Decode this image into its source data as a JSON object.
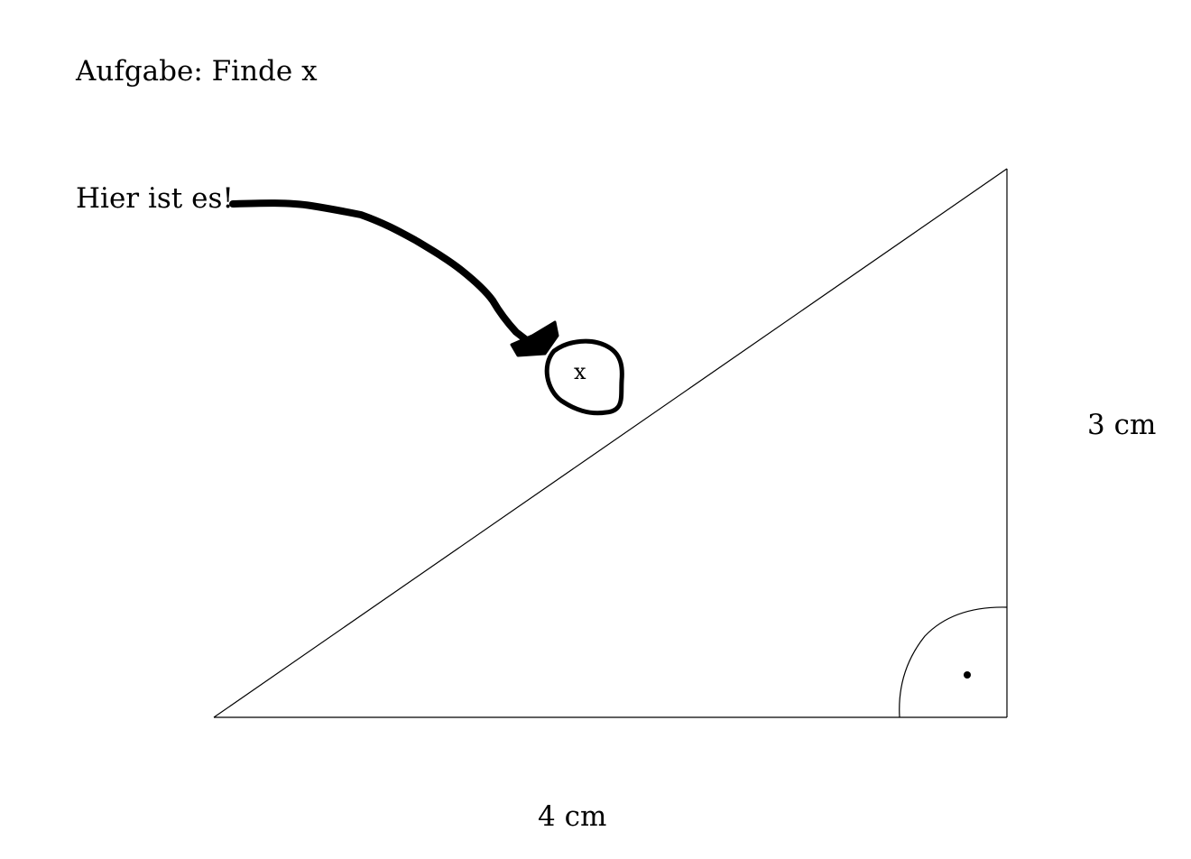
{
  "task_title": "Aufgabe: Finde x",
  "hint_text": "Hier ist es!",
  "unknown_label": "x",
  "side_right_label": "3 cm",
  "side_bottom_label": "4 cm",
  "colors": {
    "background": "#ffffff",
    "ink": "#000000"
  }
}
